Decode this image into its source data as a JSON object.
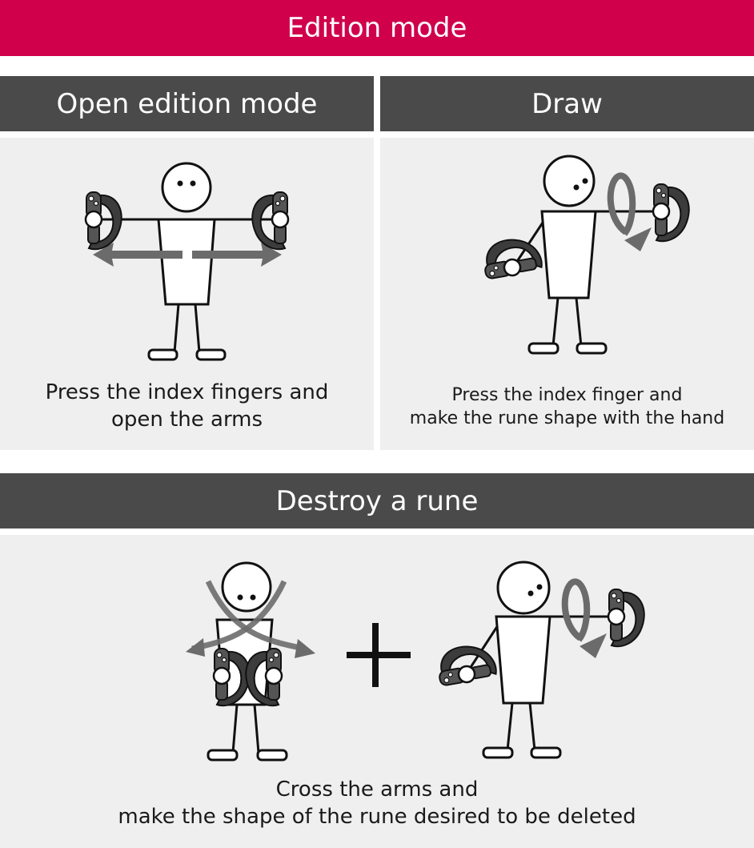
{
  "header": {
    "title": "Edition mode",
    "color": "#d0004b"
  },
  "section_bar_color": "#4a4a4a",
  "panel_color": "#efefef",
  "open_edition": {
    "title": "Open edition mode",
    "caption_line1": "Press the index fingers and",
    "caption_line2": "open the arms"
  },
  "draw": {
    "title": "Draw",
    "caption_line1": "Press the index finger and",
    "caption_line2": "make the rune shape with the hand"
  },
  "destroy": {
    "title": "Destroy a rune",
    "caption_line1": "Cross the arms and",
    "caption_line2": "make the shape of the rune desired to be deleted"
  },
  "icons": [
    "stick-figure",
    "vr-controller-icon",
    "double-arrow-icon",
    "circular-arrow-icon",
    "crossed-arrows-icon",
    "plus-icon"
  ]
}
